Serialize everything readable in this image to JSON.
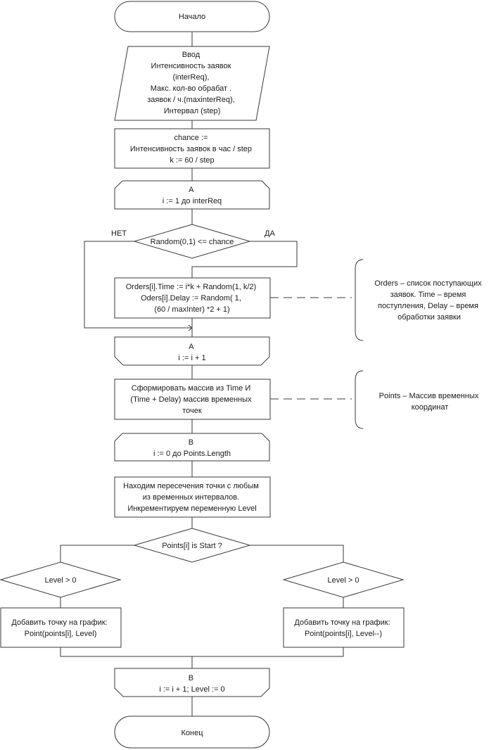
{
  "start": "Начало",
  "input": {
    "lines": [
      "Ввод",
      "Интенсивность заявок",
      "(interReq),",
      "Макс. кол-во обрабат .",
      "заявок / ч.(maxinterReq),",
      "Интервал (step)"
    ]
  },
  "calc": {
    "lines": [
      "chance :=",
      "Интенсивность заявок в час / step",
      "k := 60 / step"
    ]
  },
  "loop_a_start": {
    "lines": [
      "A",
      "i := 1 до interReq"
    ]
  },
  "decision_random": {
    "text": "Random(0,1) <= chance",
    "no_label": "НЕТ",
    "yes_label": "ДА"
  },
  "orders": {
    "lines": [
      "Orders[i].Time := i*k + Random(1, k/2)",
      "Oders[i].Delay := Random( 1,",
      "(60 / maxInter) *2 + 1)"
    ]
  },
  "comment_orders": {
    "lines": [
      "Orders – список поступающих",
      "заявок. Time – время",
      "поступления, Delay – время",
      "обработки заявки"
    ]
  },
  "loop_a_end": {
    "lines": [
      "A",
      "i := i + 1"
    ]
  },
  "points_array": {
    "lines": [
      "Сформировать массив из Time И",
      "(Time + Delay) массив временных",
      "точек"
    ]
  },
  "comment_points": {
    "lines": [
      "Points – Массив временных",
      "координат"
    ]
  },
  "loop_b_start": {
    "lines": [
      "B",
      "i := 0 до Points.Length"
    ]
  },
  "intersections": {
    "lines": [
      "Находим пересечения точки с любым",
      "из временных интервалов.",
      "Инкрементируем переменную Level"
    ]
  },
  "decision_start": {
    "text": "Points[i] is Start ?"
  },
  "decision_left": {
    "text": "Level > 0"
  },
  "decision_right": {
    "text": "Level > 0"
  },
  "add_left": {
    "lines": [
      "Добавить точку на график:",
      "Point(points[i], Level)"
    ]
  },
  "add_right": {
    "lines": [
      "Добавить точку на график:",
      "Point(points[i], Level--)"
    ]
  },
  "loop_b_end": {
    "lines": [
      "B",
      "i := i + 1; Level := 0"
    ]
  },
  "end": "Конец"
}
